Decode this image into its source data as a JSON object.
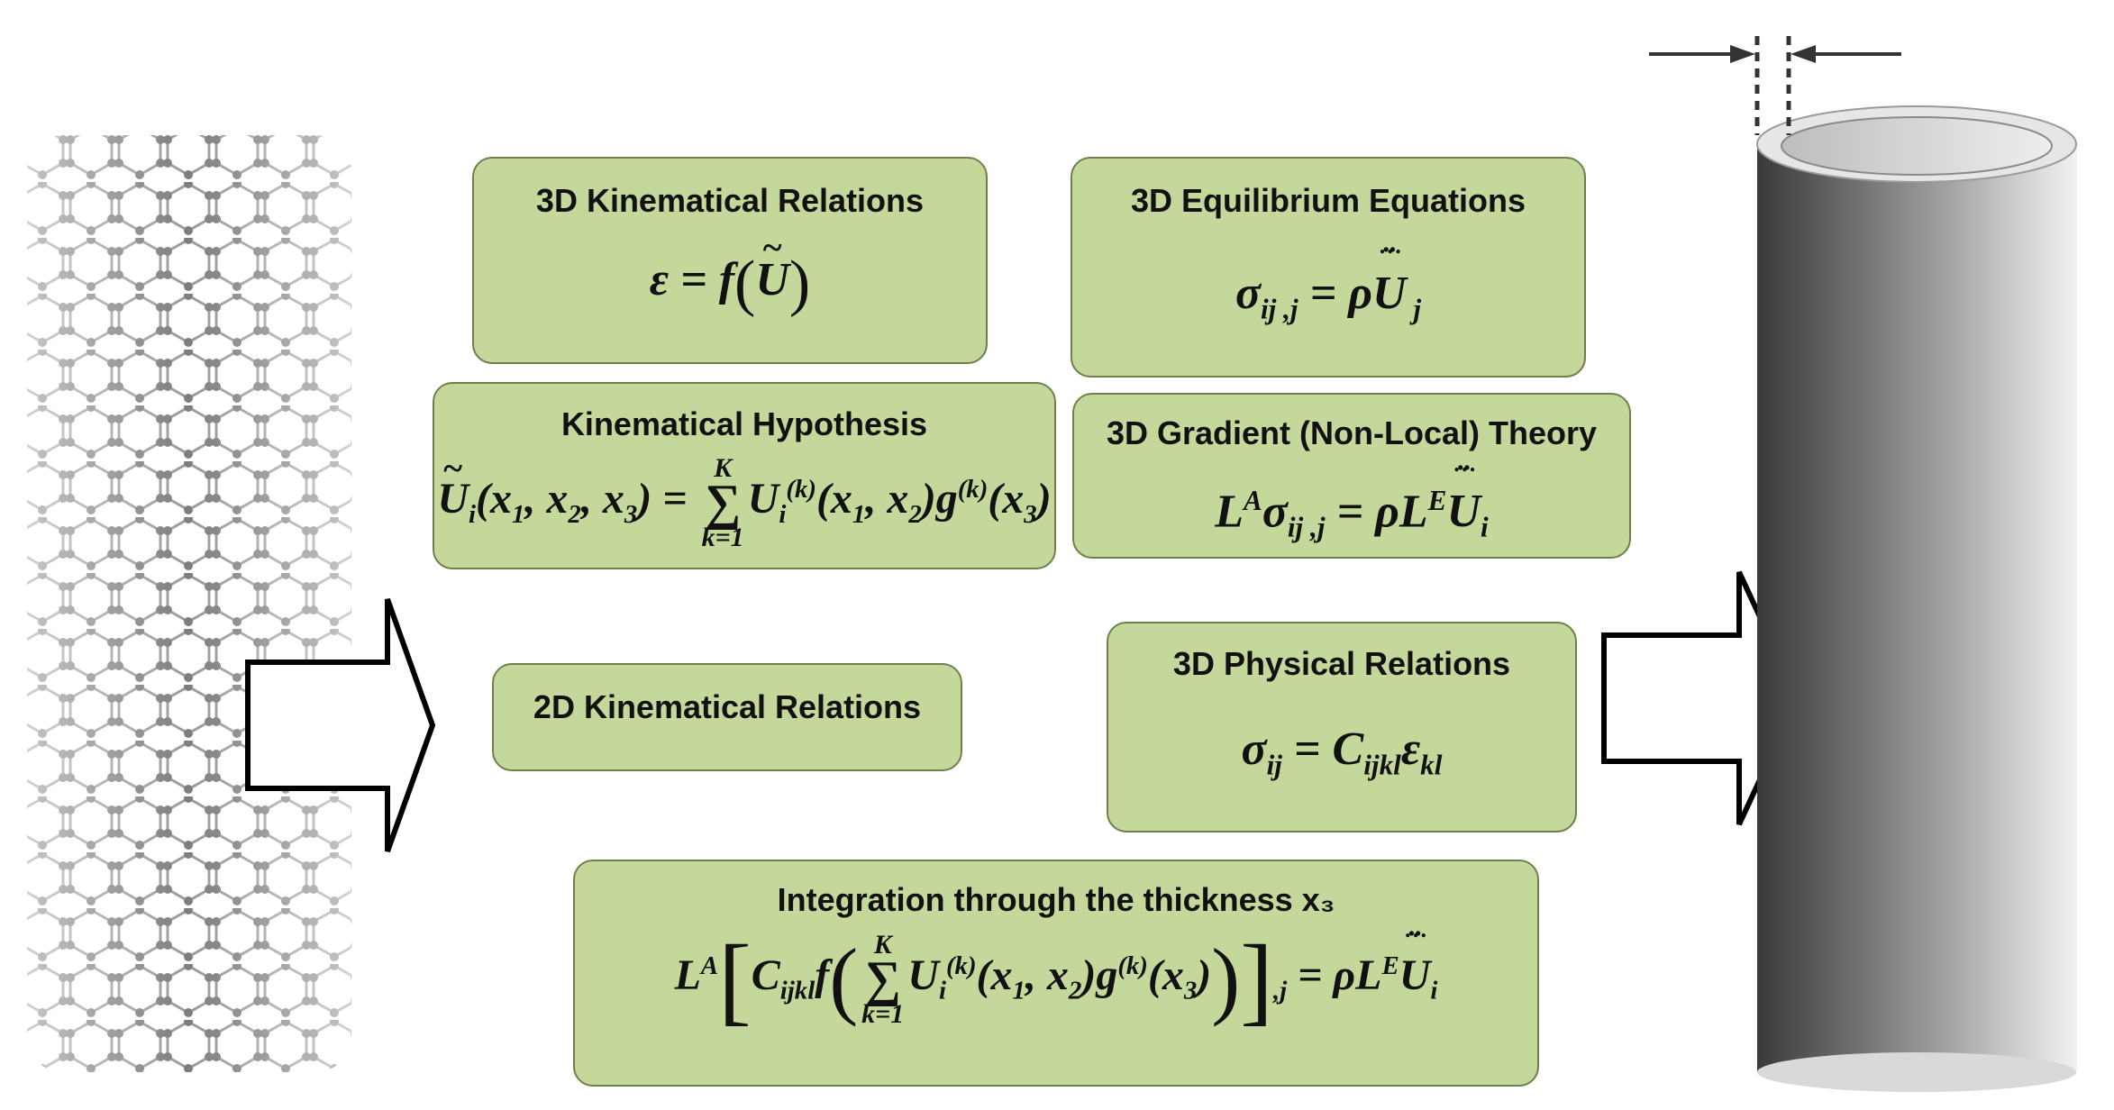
{
  "boxes": {
    "kinematical_3d": {
      "title": "3D Kinematical Relations"
    },
    "equilibrium_3d": {
      "title": "3D Equilibrium Equations"
    },
    "hypothesis": {
      "title": "Kinematical Hypothesis"
    },
    "gradient": {
      "title": "3D Gradient (Non-Local) Theory"
    },
    "kinematical_2d": {
      "title": "2D Kinematical Relations"
    },
    "physical_3d": {
      "title": "3D Physical Relations"
    },
    "integration": {
      "title": "Integration through the thickness x₃"
    }
  },
  "colors": {
    "box_fill": "#c5d89b",
    "box_border": "#6f7f4c",
    "arrow_outline": "#000000",
    "nanotube_atom": "#8a8a8a",
    "cylinder_dark": "#3a3a3a",
    "cylinder_light": "#f2f2f2"
  },
  "icons": {
    "left": "carbon-nanotube-lattice",
    "right": "continuum-hollow-cylinder",
    "arrows": "block-arrow-right"
  }
}
